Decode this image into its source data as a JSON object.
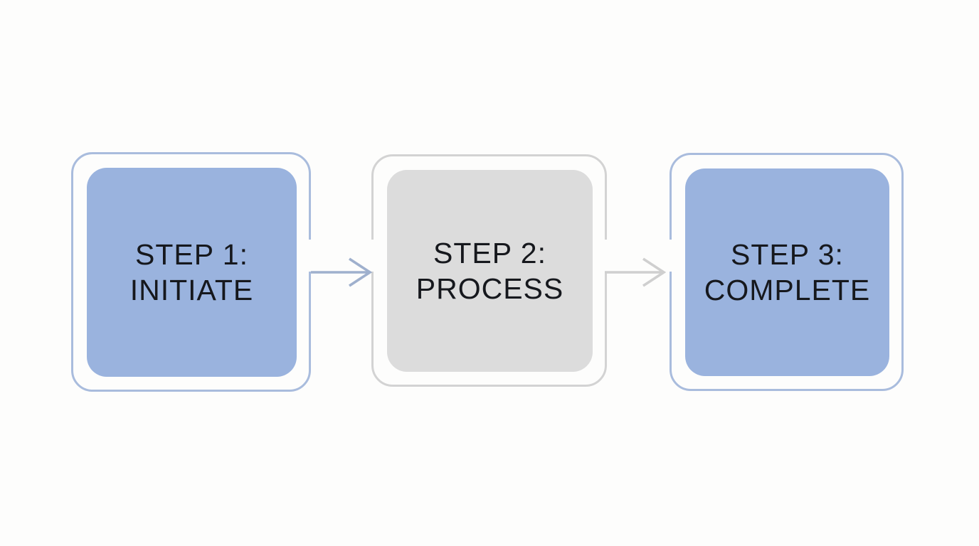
{
  "diagram": {
    "title": "three-step process flowchart",
    "background_color": "#fdfdfc",
    "text_color": "#16181d",
    "steps": [
      {
        "name": "step-1",
        "line1": "STEP 1:",
        "line2": "INITIATE",
        "fill": "#9ab3de",
        "border": "#a9bcdd"
      },
      {
        "name": "step-2",
        "line1": "STEP 2:",
        "line2": "PROCESS",
        "fill": "#dcdcdc",
        "border": "#d3d3d3"
      },
      {
        "name": "step-3",
        "line1": "STEP 3:",
        "line2": "COMPLETE",
        "fill": "#9ab3de",
        "border": "#a9bcdd"
      }
    ],
    "arrows": [
      {
        "name": "arrow-step1-to-step2",
        "color": "#9fb0cd"
      },
      {
        "name": "arrow-step2-to-step3",
        "color": "#cfcfcf"
      }
    ]
  }
}
